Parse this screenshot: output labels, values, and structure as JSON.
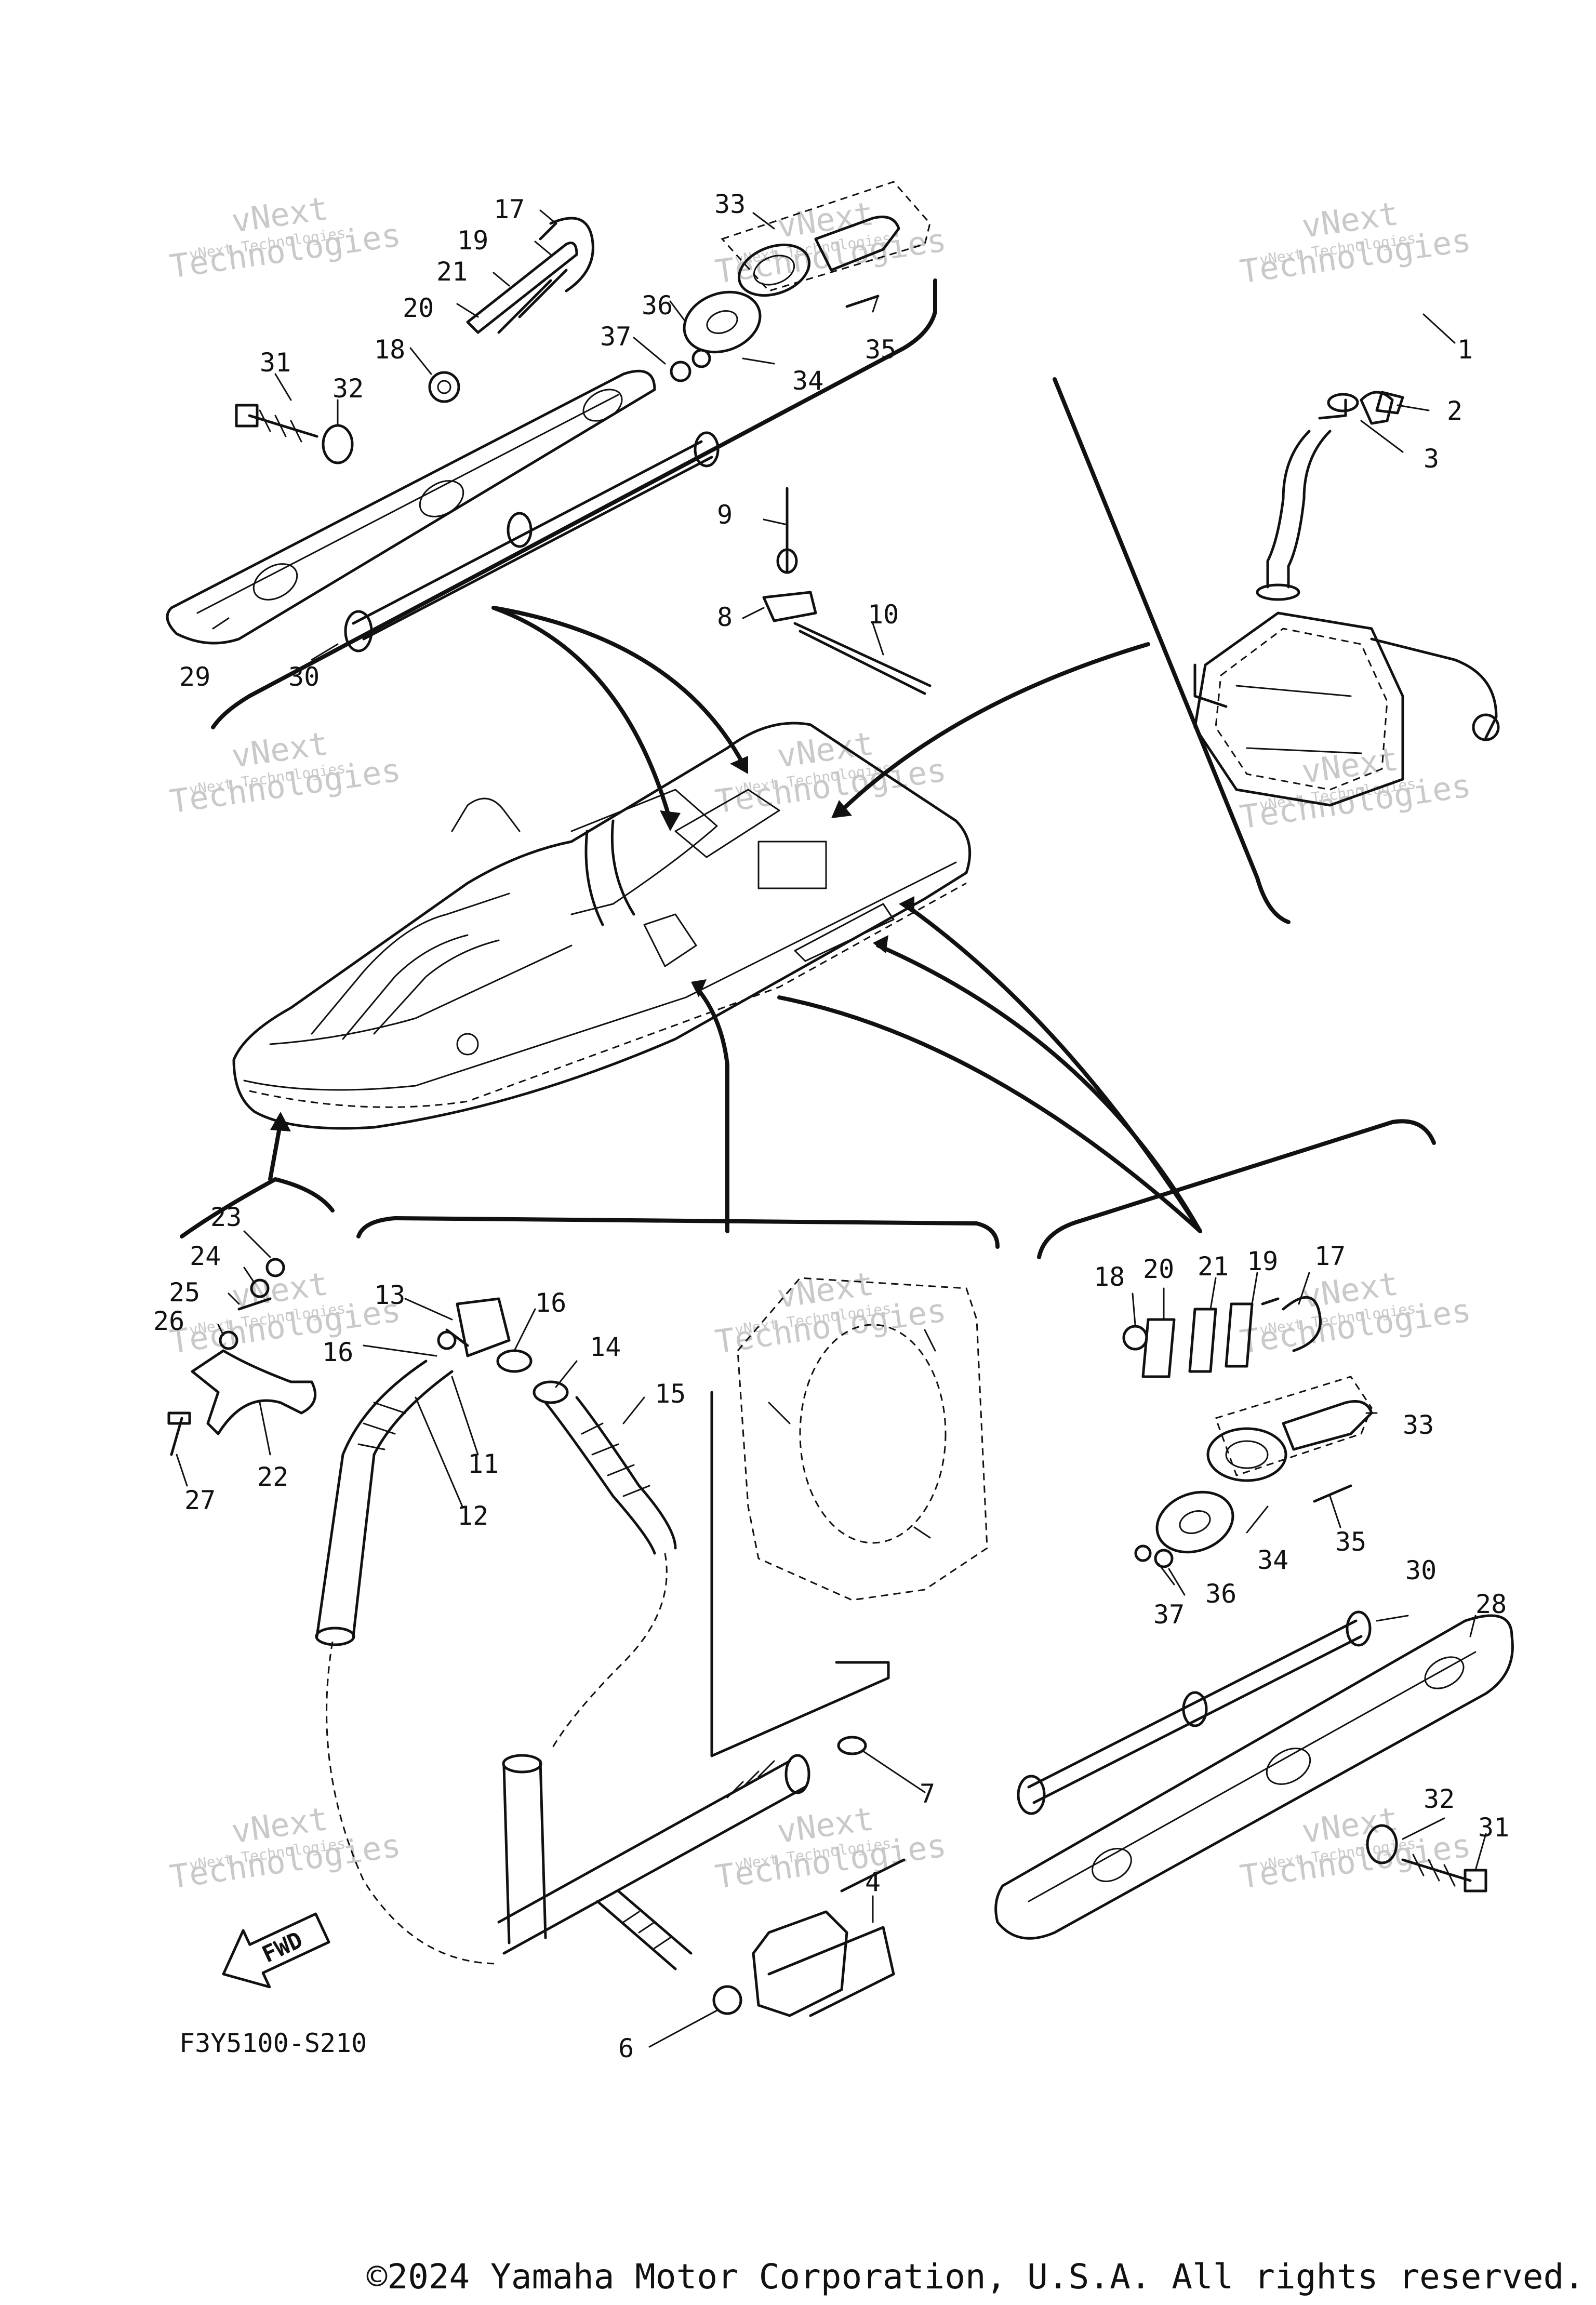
{
  "diagram": {
    "code": "F3Y5100-S210",
    "copyright": "©2024 Yamaha Motor Corporation, U.S.A. All rights reserved.",
    "fwd_label": "FWD",
    "watermark": {
      "line1": "vNext",
      "line2": "Technologies",
      "line3": "vNext Technologies"
    },
    "callouts": {
      "c1": "1",
      "c2": "2",
      "c3": "3",
      "c4": "4",
      "c6": "6",
      "c7": "7",
      "c8": "8",
      "c9": "9",
      "c10": "10",
      "c11": "11",
      "c12": "12",
      "c13": "13",
      "c14": "14",
      "c15": "15",
      "c16a": "16",
      "c16b": "16",
      "c17a": "17",
      "c17b": "17",
      "c18a": "18",
      "c18b": "18",
      "c19a": "19",
      "c19b": "19",
      "c20a": "20",
      "c20b": "20",
      "c21a": "21",
      "c21b": "21",
      "c22": "22",
      "c23": "23",
      "c24": "24",
      "c25": "25",
      "c26": "26",
      "c27": "27",
      "c28": "28",
      "c29": "29",
      "c30a": "30",
      "c30b": "30",
      "c31a": "31",
      "c31b": "31",
      "c32a": "32",
      "c32b": "32",
      "c33a": "33",
      "c33b": "33",
      "c34a": "34",
      "c34b": "34",
      "c35a": "35",
      "c35b": "35",
      "c36a": "36",
      "c36b": "36",
      "c37a": "37",
      "c37b": "37"
    }
  }
}
